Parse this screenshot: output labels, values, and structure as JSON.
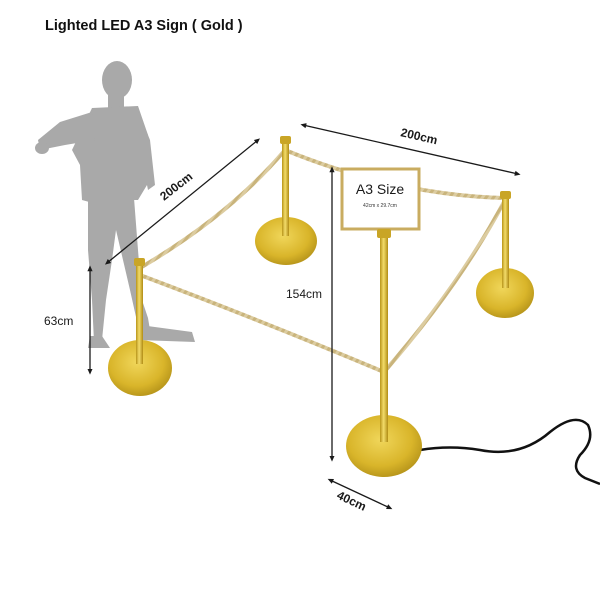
{
  "title": "Lighted LED A3 Sign ( Gold )",
  "colors": {
    "gold": "#d9b52a",
    "gold_dark": "#b8951a",
    "gold_light": "#f0d65a",
    "rope": "#d8c79a",
    "silhouette": "#a9a9a9",
    "cable": "#111111",
    "dim_line": "#1a1a1a"
  },
  "sign": {
    "heading": "A3 Size",
    "subtext": "42cm x 29.7cm"
  },
  "dimensions": {
    "width_top_right": "200cm",
    "width_top_left": "200cm",
    "post_height": "63cm",
    "sign_height": "154cm",
    "base_diameter": "40cm"
  }
}
